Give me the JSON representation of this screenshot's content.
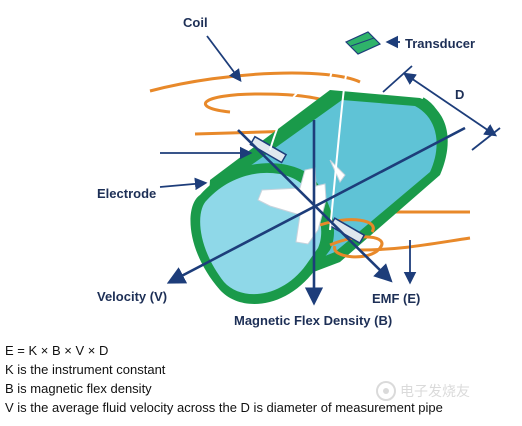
{
  "labels": {
    "coil": "Coil",
    "transducer": "Transducer",
    "distance": "D",
    "electrode": "Electrode",
    "velocity": "Velocity (V)",
    "emf": "EMF (E)",
    "flux": "Magnetic Flex Density (B)"
  },
  "formula": {
    "equation": "E = K × B × V × D",
    "line_k": "K is the instrument constant",
    "line_b": "B is magnetic flex density",
    "line_v": "V is the average fluid velocity across the D is diameter of measurement pipe"
  },
  "watermark": "电子发烧友",
  "colors": {
    "pipe_fill": "#5fc3d6",
    "pipe_rim": "#1a9a4a",
    "coil": "#e8892a",
    "arrows": "#1d3d7a",
    "transducer": "#2fb36a",
    "label_text": "#1d2f56"
  }
}
